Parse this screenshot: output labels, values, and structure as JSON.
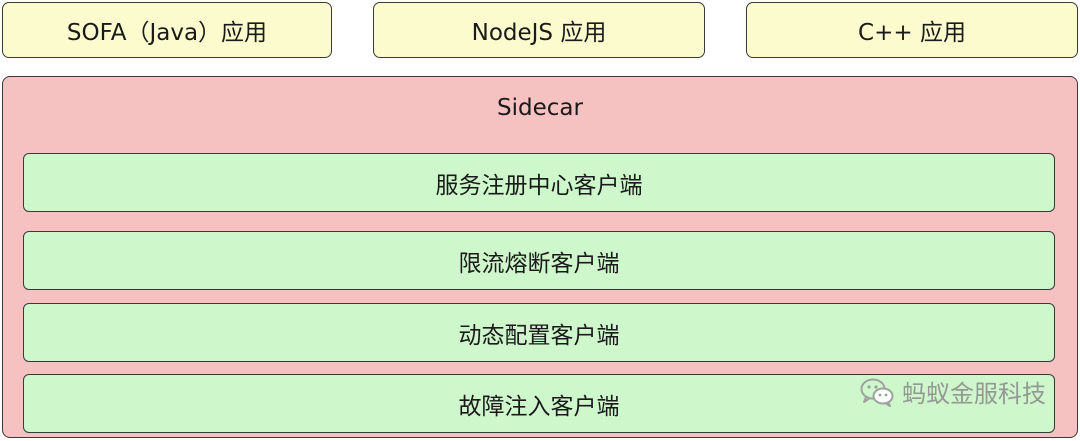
{
  "apps": [
    {
      "label": "SOFA（Java）应用"
    },
    {
      "label": "NodeJS 应用"
    },
    {
      "label": "C++ 应用"
    }
  ],
  "sidecar": {
    "title": "Sidecar",
    "clients": [
      {
        "label": "服务注册中心客户端"
      },
      {
        "label": "限流熔断客户端"
      },
      {
        "label": "动态配置客户端"
      },
      {
        "label": "故障注入客户端"
      }
    ]
  },
  "watermark": {
    "text": "蚂蚁金服科技",
    "icon": "wechat-icon"
  }
}
